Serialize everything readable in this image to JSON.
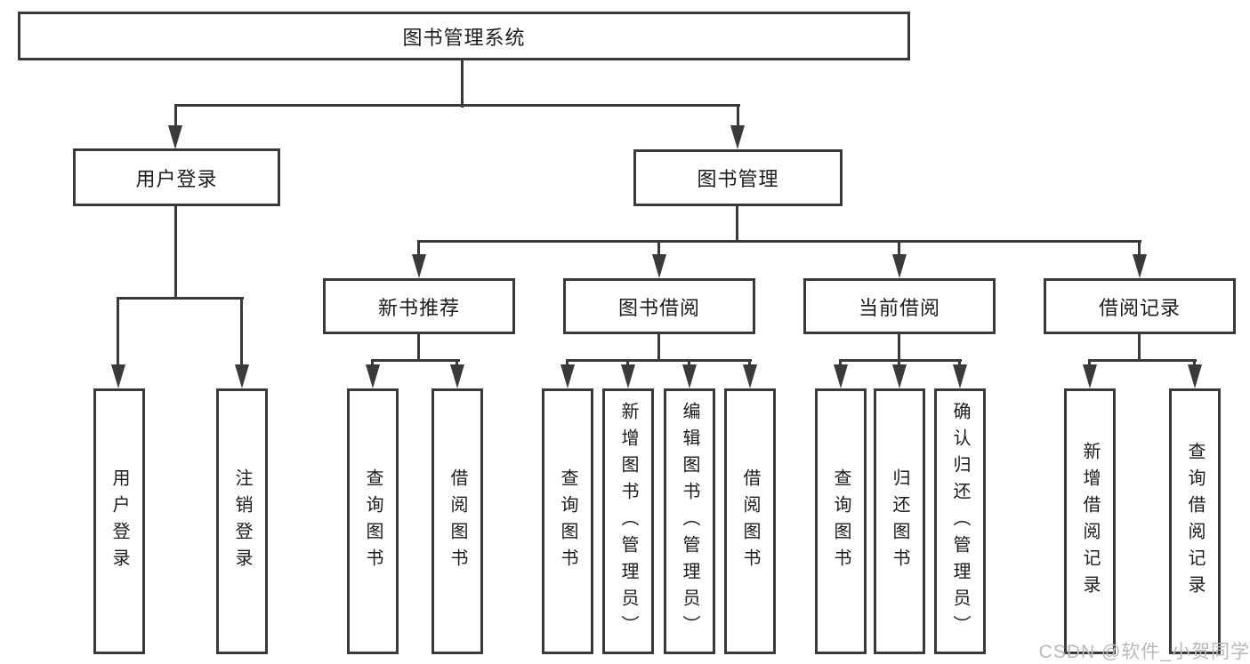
{
  "colors": {
    "line": "#3a3a3a",
    "text": "#1c1c1c",
    "box_background": "#ffffff",
    "page_background": "#ffffff",
    "watermark": "#b9b9b9"
  },
  "watermark": {
    "text": "CSDN @软件_小贺同学"
  },
  "tree": {
    "root": {
      "label": "图书管理系统"
    },
    "level2": [
      {
        "label": "用户登录",
        "children": [
          {
            "label": "用户登录"
          },
          {
            "label": "注销登录"
          }
        ]
      },
      {
        "label": "图书管理",
        "children": [
          {
            "label": "新书推荐",
            "children": [
              {
                "label": "查询图书"
              },
              {
                "label": "借阅图书"
              }
            ]
          },
          {
            "label": "图书借阅",
            "children": [
              {
                "label": "查询图书"
              },
              {
                "label": "新增图书（管理员）"
              },
              {
                "label": "编辑图书（管理员）"
              },
              {
                "label": "借阅图书"
              }
            ]
          },
          {
            "label": "当前借阅",
            "children": [
              {
                "label": "查询图书"
              },
              {
                "label": "归还图书"
              },
              {
                "label": "确认归还（管理员）"
              }
            ]
          },
          {
            "label": "借阅记录",
            "children": [
              {
                "label": "新增借阅记录"
              },
              {
                "label": "查询借阅记录"
              }
            ]
          }
        ]
      }
    ]
  }
}
